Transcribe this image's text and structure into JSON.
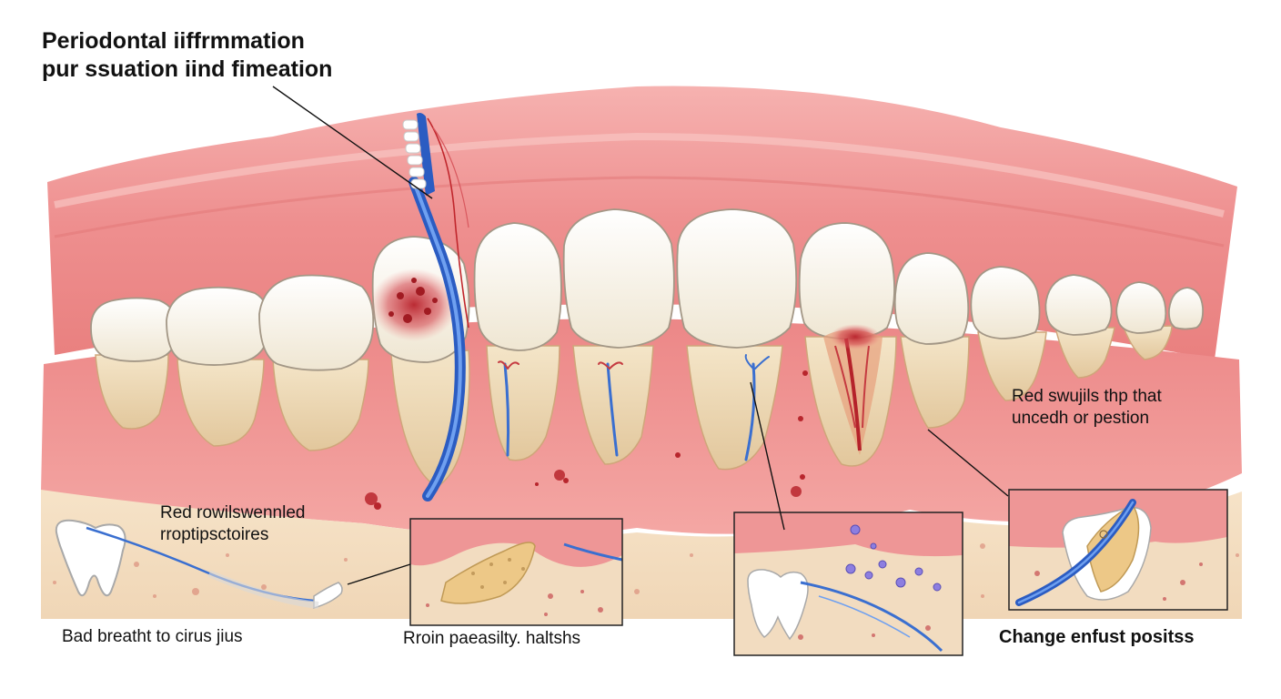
{
  "title": {
    "line1": "Periodontal iiffrmmation",
    "line2": "pur ssuation iind fimeation"
  },
  "callouts": {
    "right_note": {
      "line1": "Red swujils thp that",
      "line2": "uncedh or pestion"
    },
    "left_note": {
      "line1": "Red rowilswennled",
      "line2": "rroptipsctoires"
    }
  },
  "captions": {
    "bad_breath": "Bad breatht to cirus jius",
    "root_panel": "Rroin paeasilty. haltshs",
    "change": "Change enfust positss"
  },
  "colors": {
    "gum": "#ee8e8e",
    "gum_dark": "#d9696d",
    "tooth": "#f6f0e2",
    "root": "#ecd6b0",
    "inflammation": "#c0262c",
    "nerve": "#3a6fd0",
    "bone": "#f3dcc0"
  },
  "icons": [
    "toothbrush-icon",
    "tooth-icon",
    "nerve-icon"
  ]
}
